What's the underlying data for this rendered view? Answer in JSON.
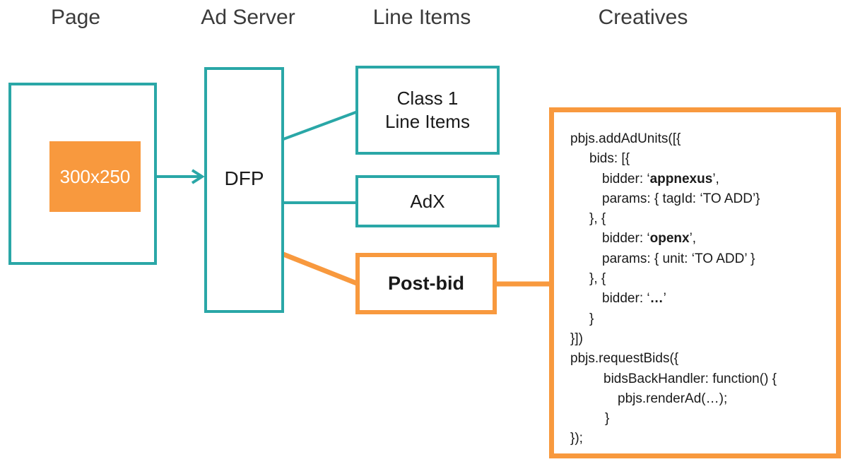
{
  "colors": {
    "teal": "#2AA7A7",
    "orange": "#F8993E",
    "header_text": "#3b3b3b",
    "box_text": "#1a1a1a",
    "ad_slot_text": "#ffffff"
  },
  "headers": {
    "page": "Page",
    "ad_server": "Ad Server",
    "line_items": "Line Items",
    "creatives": "Creatives"
  },
  "page_column": {
    "ad_slot_label": "300x250"
  },
  "ad_server_column": {
    "dfp_label": "DFP"
  },
  "line_items_column": {
    "class1_line1": "Class 1",
    "class1_line2": "Line Items",
    "adx_label": "AdX",
    "postbid_label": "Post-bid"
  },
  "creatives_column": {
    "code_lines": [
      {
        "indent": 0,
        "parts": [
          {
            "t": "pbjs.addAdUnits([{"
          }
        ]
      },
      {
        "indent": 27,
        "parts": [
          {
            "t": "bids: [{"
          }
        ]
      },
      {
        "indent": 45,
        "parts": [
          {
            "t": "bidder: ‘"
          },
          {
            "t": "appnexus",
            "b": true
          },
          {
            "t": "’,"
          }
        ]
      },
      {
        "indent": 45,
        "parts": [
          {
            "t": "params: { tagId: ‘TO ADD’}"
          }
        ]
      },
      {
        "indent": 27,
        "parts": [
          {
            "t": "}, {"
          }
        ]
      },
      {
        "indent": 45,
        "parts": [
          {
            "t": "bidder: ‘"
          },
          {
            "t": "openx",
            "b": true
          },
          {
            "t": "’,"
          }
        ]
      },
      {
        "indent": 45,
        "parts": [
          {
            "t": "params: { unit: ‘TO ADD’ }"
          }
        ]
      },
      {
        "indent": 27,
        "parts": [
          {
            "t": "}, {"
          }
        ]
      },
      {
        "indent": 45,
        "parts": [
          {
            "t": "bidder: ‘"
          },
          {
            "t": "…",
            "b": true
          },
          {
            "t": "’"
          }
        ]
      },
      {
        "indent": 27,
        "parts": [
          {
            "t": "}"
          }
        ]
      },
      {
        "indent": 0,
        "parts": [
          {
            "t": "}])"
          }
        ]
      },
      {
        "indent": 0,
        "parts": [
          {
            "t": "pbjs.requestBids({"
          }
        ]
      },
      {
        "indent": 47,
        "parts": [
          {
            "t": "bidsBackHandler: function() {"
          }
        ]
      },
      {
        "indent": 67,
        "parts": [
          {
            "t": "pbjs.renderAd(…);"
          }
        ]
      },
      {
        "indent": 49,
        "parts": [
          {
            "t": "}"
          }
        ]
      },
      {
        "indent": 0,
        "parts": [
          {
            "t": "});"
          }
        ]
      }
    ]
  }
}
